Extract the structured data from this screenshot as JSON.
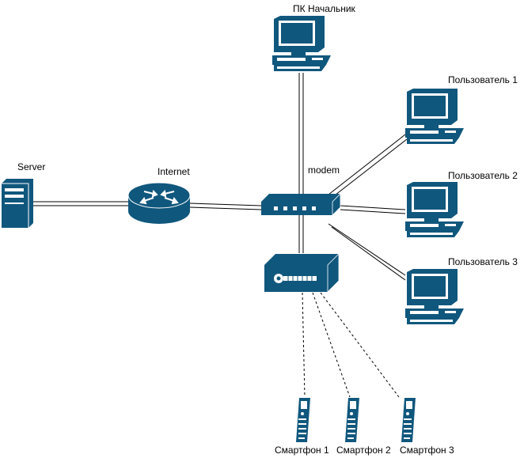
{
  "nodes": {
    "server": "Server",
    "internet": "Internet",
    "modem": "modem",
    "boss_pc": "ПК Начальник",
    "user1": "Пользователь 1",
    "user2": "Пользователь 2",
    "user3": "Пользователь 3",
    "phone1": "Смартфон 1",
    "phone2": "Смартфон 2",
    "phone3": "Смартфон 3"
  },
  "icons": {
    "server": "server-icon",
    "internet": "router-icon",
    "modem": "modem-icon",
    "access_point": "wireless-access-point-icon",
    "pc": "desktop-computer-icon",
    "phone": "smartphone-icon"
  },
  "colors": {
    "device": "#10577d",
    "link": "#000000"
  }
}
